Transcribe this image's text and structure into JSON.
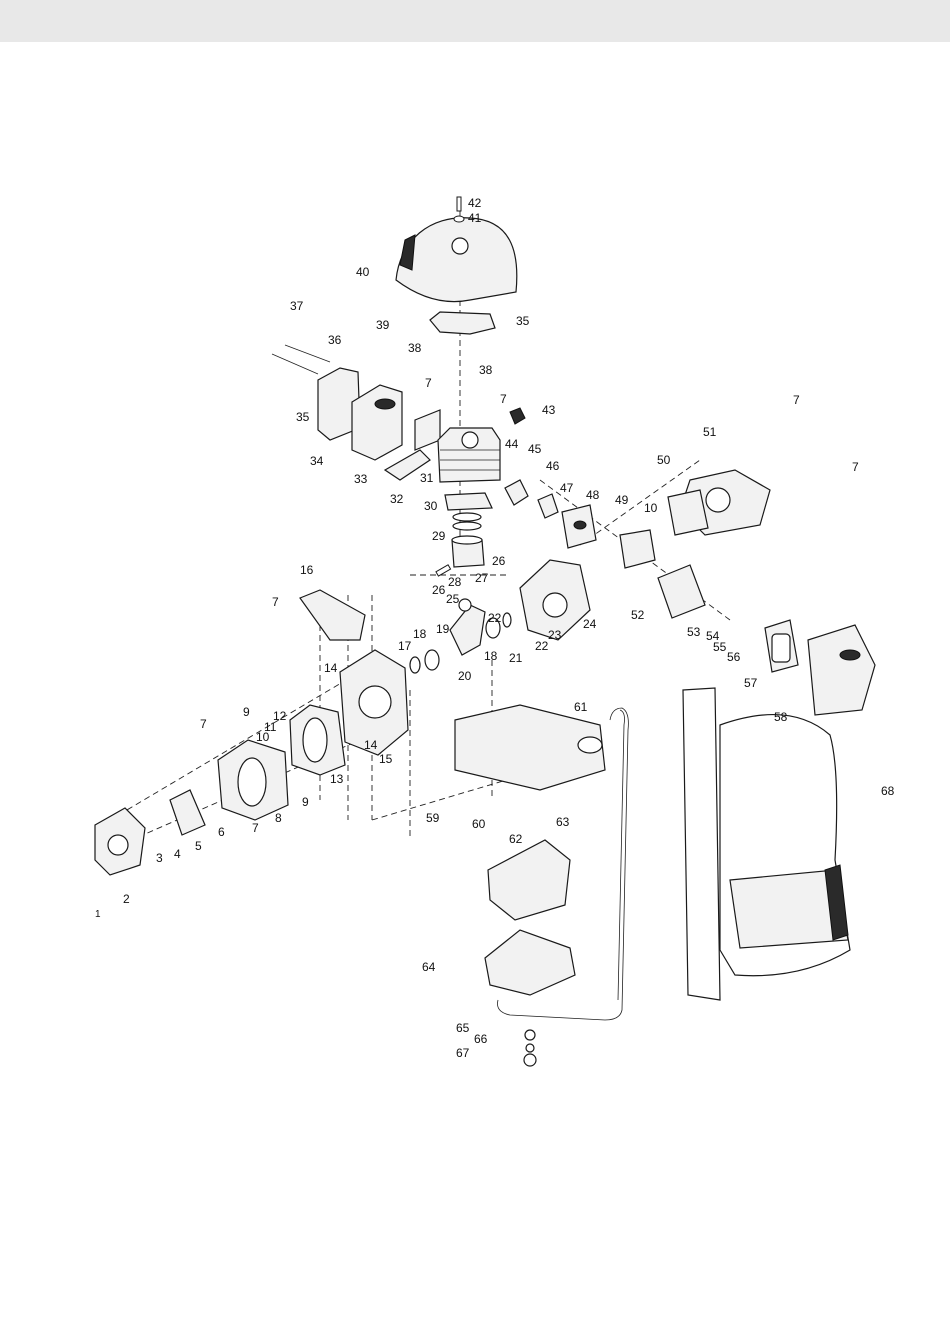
{
  "labels": [
    {
      "id": "42",
      "text": "42"
    },
    {
      "id": "41",
      "text": "41"
    },
    {
      "id": "40",
      "text": "40"
    },
    {
      "id": "35a",
      "text": "35"
    },
    {
      "id": "39",
      "text": "39"
    },
    {
      "id": "38a",
      "text": "38"
    },
    {
      "id": "38b",
      "text": "38"
    },
    {
      "id": "37",
      "text": "37"
    },
    {
      "id": "36",
      "text": "36"
    },
    {
      "id": "35b",
      "text": "35"
    },
    {
      "id": "34",
      "text": "34"
    },
    {
      "id": "33",
      "text": "33"
    },
    {
      "id": "32",
      "text": "32"
    },
    {
      "id": "7a",
      "text": "7"
    },
    {
      "id": "7b",
      "text": "7"
    },
    {
      "id": "43",
      "text": "43"
    },
    {
      "id": "31",
      "text": "31"
    },
    {
      "id": "30",
      "text": "30"
    },
    {
      "id": "29",
      "text": "29"
    },
    {
      "id": "44",
      "text": "44"
    },
    {
      "id": "45",
      "text": "45"
    },
    {
      "id": "46",
      "text": "46"
    },
    {
      "id": "47",
      "text": "47"
    },
    {
      "id": "48",
      "text": "48"
    },
    {
      "id": "49",
      "text": "49"
    },
    {
      "id": "10a",
      "text": "10"
    },
    {
      "id": "50",
      "text": "50"
    },
    {
      "id": "51",
      "text": "51"
    },
    {
      "id": "7c",
      "text": "7"
    },
    {
      "id": "7d",
      "text": "7"
    },
    {
      "id": "26a",
      "text": "26"
    },
    {
      "id": "27",
      "text": "27"
    },
    {
      "id": "28",
      "text": "28"
    },
    {
      "id": "26b",
      "text": "26"
    },
    {
      "id": "16",
      "text": "16"
    },
    {
      "id": "7e",
      "text": "7"
    },
    {
      "id": "25",
      "text": "25"
    },
    {
      "id": "19",
      "text": "19"
    },
    {
      "id": "22a",
      "text": "22"
    },
    {
      "id": "18a",
      "text": "18"
    },
    {
      "id": "17",
      "text": "17"
    },
    {
      "id": "23",
      "text": "23"
    },
    {
      "id": "22b",
      "text": "22"
    },
    {
      "id": "24",
      "text": "24"
    },
    {
      "id": "18b",
      "text": "18"
    },
    {
      "id": "21",
      "text": "21"
    },
    {
      "id": "20",
      "text": "20"
    },
    {
      "id": "14a",
      "text": "14"
    },
    {
      "id": "52",
      "text": "52"
    },
    {
      "id": "53",
      "text": "53"
    },
    {
      "id": "54",
      "text": "54"
    },
    {
      "id": "55",
      "text": "55"
    },
    {
      "id": "56",
      "text": "56"
    },
    {
      "id": "57",
      "text": "57"
    },
    {
      "id": "58",
      "text": "58"
    },
    {
      "id": "9a",
      "text": "9"
    },
    {
      "id": "7f",
      "text": "7"
    },
    {
      "id": "12",
      "text": "12"
    },
    {
      "id": "11",
      "text": "11"
    },
    {
      "id": "10b",
      "text": "10"
    },
    {
      "id": "14b",
      "text": "14"
    },
    {
      "id": "15",
      "text": "15"
    },
    {
      "id": "13",
      "text": "13"
    },
    {
      "id": "61",
      "text": "61"
    },
    {
      "id": "9b",
      "text": "9"
    },
    {
      "id": "8",
      "text": "8"
    },
    {
      "id": "7g",
      "text": "7"
    },
    {
      "id": "6",
      "text": "6"
    },
    {
      "id": "5",
      "text": "5"
    },
    {
      "id": "4",
      "text": "4"
    },
    {
      "id": "3",
      "text": "3"
    },
    {
      "id": "2",
      "text": "2"
    },
    {
      "id": "1",
      "text": "1"
    },
    {
      "id": "59",
      "text": "59"
    },
    {
      "id": "60",
      "text": "60"
    },
    {
      "id": "62",
      "text": "62"
    },
    {
      "id": "63",
      "text": "63"
    },
    {
      "id": "68",
      "text": "68"
    },
    {
      "id": "64",
      "text": "64"
    },
    {
      "id": "65",
      "text": "65"
    },
    {
      "id": "66",
      "text": "66"
    },
    {
      "id": "67",
      "text": "67"
    }
  ]
}
